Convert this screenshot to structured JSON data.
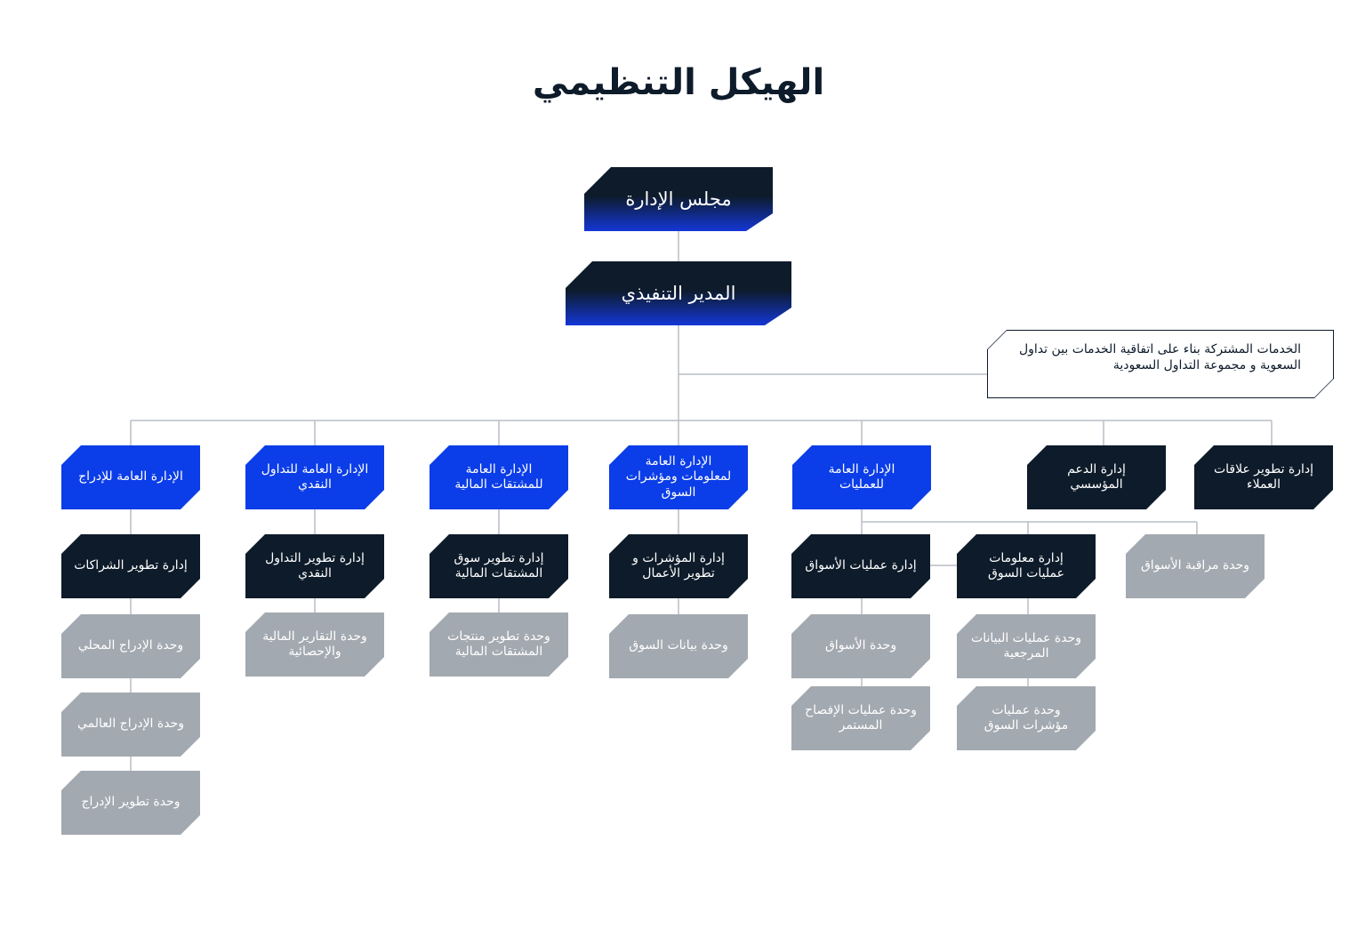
{
  "title": "الهيكل التنظيمي",
  "board": "مجلس الإدارة",
  "ceo": "المدير التنفيذي",
  "shared_services_note": "الخدمات المشتركة بناء على اتفاقية الخدمات بين تداول السعوية و مجموعة التداول السعودية",
  "colors": {
    "navy": "#0d1b2a",
    "blue": "#0b3de8",
    "gray": "#a3a9b0",
    "connector": "#b9bec5"
  },
  "departments": {
    "listing": {
      "name": "الإدارة العامة للإدراج",
      "sub": "إدارة تطوير الشراكات",
      "units": [
        "وحدة الإدراج المحلي",
        "وحدة الإدراج العالمي",
        "وحدة تطوير الإدراج"
      ]
    },
    "cash": {
      "name": "الإدارة العامة للتداول النقدي",
      "sub": "إدارة تطوير التداول النقدي",
      "units": [
        "وحدة التقارير المالية والإحصائية"
      ]
    },
    "derivatives": {
      "name": "الإدارة العامة للمشتقات المالية",
      "sub": "إدارة تطوير سوق المشتقات المالية",
      "units": [
        "وحدة تطوير منتجات المشتقات المالية"
      ]
    },
    "market_info": {
      "name": "الإدارة العامة لمعلومات ومؤشرات السوق",
      "sub": "إدارة المؤشرات و تطوير الأعمال",
      "units": [
        "وحدة بيانات السوق"
      ]
    },
    "operations": {
      "name": "الإدارة العامة للعمليات",
      "market_ops": {
        "name": "إدارة عمليات الأسواق",
        "units": [
          "وحدة الأسواق",
          "وحدة عمليات الإفصاح المستمر"
        ]
      },
      "ops_info": {
        "name": "إدارة معلومات عمليات السوق",
        "units": [
          "وحدة عمليات البيانات المرجعية",
          "وحدة عمليات مؤشرات السوق"
        ]
      },
      "surveillance": "وحدة مراقبة الأسواق"
    },
    "corporate_support": {
      "name": "إدارة الدعم المؤسسي"
    },
    "client_relations": {
      "name": "إدارة تطوير علاقات العملاء"
    }
  }
}
